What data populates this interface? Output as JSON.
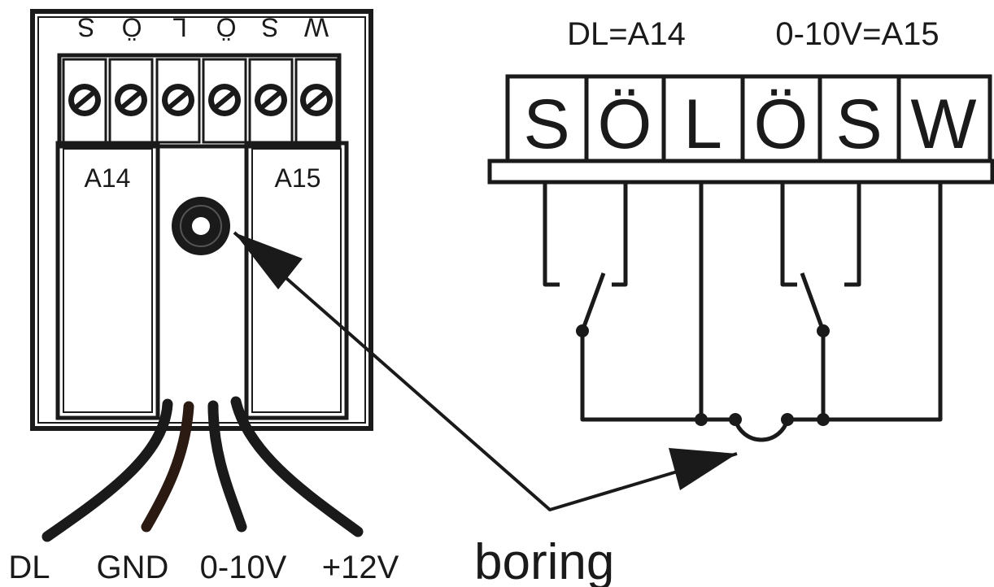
{
  "module": {
    "terminal_labels_upside_down": [
      "S",
      "Ö",
      "L",
      "Ö",
      "S",
      "W"
    ],
    "relay_left_label": "A14",
    "relay_right_label": "A15"
  },
  "wires": [
    {
      "label": "DL",
      "color": "#1a1a1a"
    },
    {
      "label": "GND",
      "color": "#2b1a12"
    },
    {
      "label": "0-10V",
      "color": "#1a1a1a"
    },
    {
      "label": "+12V",
      "color": "#1a1a1a"
    }
  ],
  "mapping": {
    "dl": "DL=A14",
    "analog": "0-10V=A15"
  },
  "schematic": {
    "terminal_labels": [
      "S",
      "Ö",
      "L",
      "Ö",
      "S",
      "W"
    ]
  },
  "callout": {
    "label": "boring"
  },
  "colors": {
    "ink": "#1a1a1a",
    "background": "#ffffff"
  }
}
